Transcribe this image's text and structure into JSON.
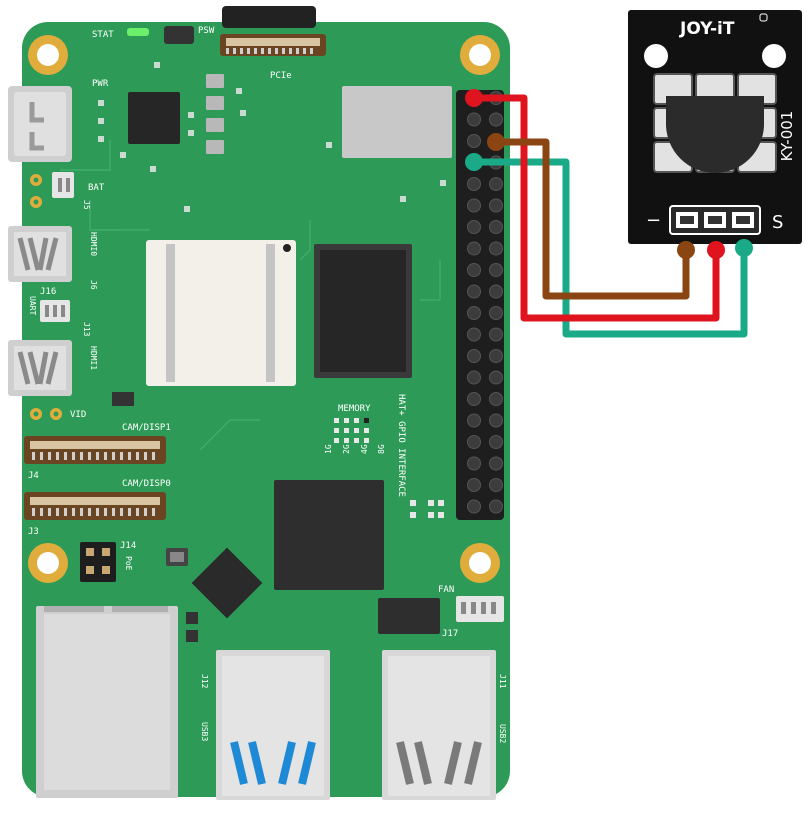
{
  "board": {
    "labels": {
      "stat": "STAT",
      "psw": "PSW",
      "pcie": "PCIe",
      "pwr": "PWR",
      "bat": "BAT",
      "j5": "J5",
      "hdmi0": "HDMI0",
      "j6": "J6",
      "uart": "UART",
      "j16": "J16",
      "j13": "J13",
      "hdmi1": "HDMI1",
      "vid": "VID",
      "cam_disp1": "CAM/DISP1",
      "j4": "J4",
      "cam_disp0": "CAM/DISP0",
      "j3": "J3",
      "j14": "J14",
      "poe": "PoE",
      "memory": "MEMORY",
      "mem_1g": "1G",
      "mem_2g": "2G",
      "mem_4g": "4G",
      "mem_8g": "8G",
      "gpio": "HAT+ GPIO INTERFACE",
      "fan": "FAN",
      "j17": "J17",
      "j12": "J12",
      "usb3": "USB3",
      "j11": "J11",
      "usb2": "USB2"
    }
  },
  "sensor": {
    "brand": "JOY-iT",
    "model": "KY-001",
    "pin_minus": "−",
    "pin_signal": "S"
  },
  "colors": {
    "board": "#2d9b57",
    "wire_red": "#e0141e",
    "wire_brown": "#8b4513",
    "wire_green": "#1aaa88"
  }
}
